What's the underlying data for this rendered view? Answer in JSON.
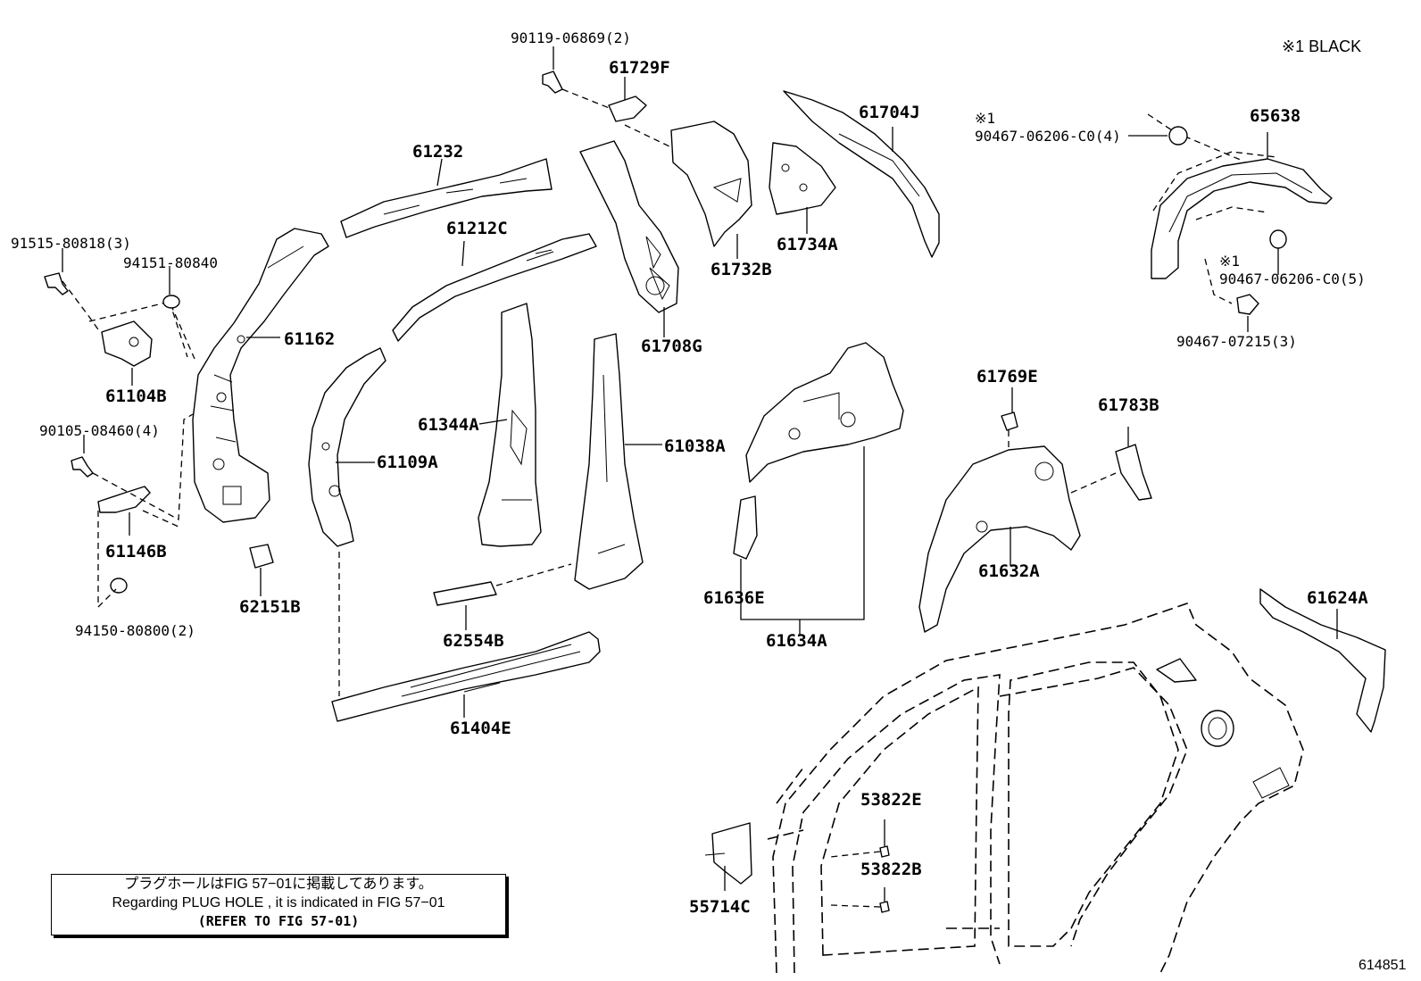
{
  "legend": {
    "black_note": "※1 BLACK"
  },
  "figure_number": "614851",
  "note": {
    "line1": "プラグホールはFIG 57−01に掲載してあります。",
    "line2": "Regarding PLUG HOLE , it is indicated in FIG 57−01",
    "line3": "(REFER TO FIG 57-01)"
  },
  "marks": {
    "m1a": "※1",
    "m1b": "※1"
  },
  "parts": {
    "p90119": "90119-06869(2)",
    "p61729F": "61729F",
    "p61232": "61232",
    "p91515": "91515-80818(3)",
    "p94151": "94151-80840",
    "p61162": "61162",
    "p61104B": "61104B",
    "p90105": "90105-08460(4)",
    "p61146B": "61146B",
    "p94150": "94150-80800(2)",
    "p61212C": "61212C",
    "p61109A": "61109A",
    "p62151B": "62151B",
    "p61344A": "61344A",
    "p61038A": "61038A",
    "p62554B": "62554B",
    "p61404E": "61404E",
    "p61708G": "61708G",
    "p61732B": "61732B",
    "p61734A": "61734A",
    "p61704J": "61704J",
    "p90467a": "90467-06206-C0(4)",
    "p65638": "65638",
    "p90467b": "90467-06206-C0(5)",
    "p90467c": "90467-07215(3)",
    "p61769E": "61769E",
    "p61783B": "61783B",
    "p61632A": "61632A",
    "p61636E": "61636E",
    "p61634A": "61634A",
    "p61624A": "61624A",
    "p53822E": "53822E",
    "p53822B": "53822B",
    "p55714C": "55714C"
  }
}
